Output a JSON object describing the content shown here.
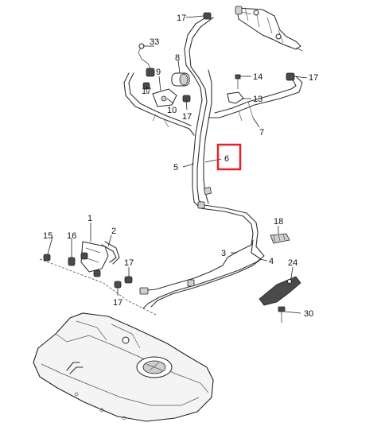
{
  "diagram": {
    "callouts": {
      "n1": "1",
      "n2": "2",
      "n3": "3",
      "n4": "4",
      "n5": "5",
      "n6": "6",
      "n7": "7",
      "n8": "8",
      "n9": "9",
      "n10": "10",
      "n13": "13",
      "n14": "14",
      "n15": "15",
      "n16": "16",
      "n17": "17",
      "n18": "18",
      "n24": "24",
      "n30": "30",
      "n33": "33"
    },
    "highlight": {
      "callout": "6",
      "color": "#e8202a"
    }
  }
}
